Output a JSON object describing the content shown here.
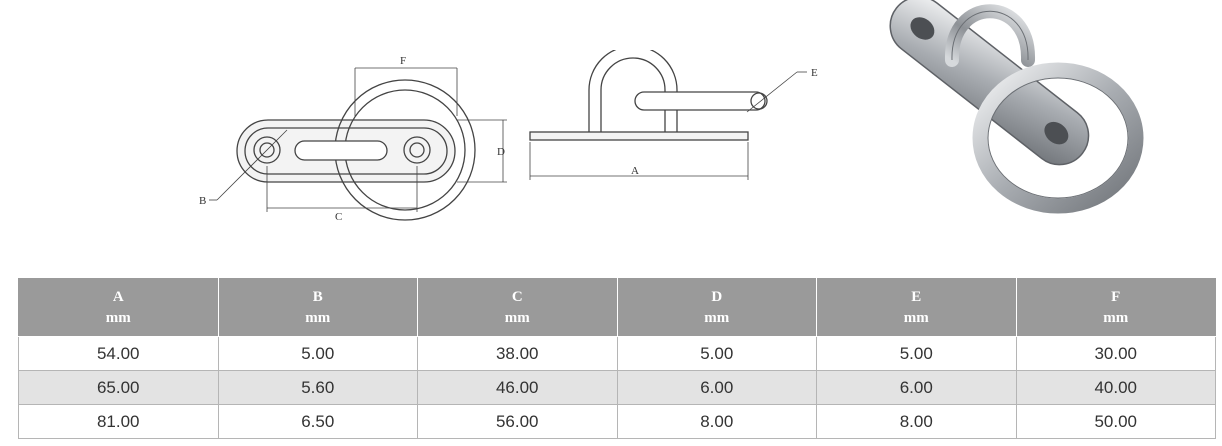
{
  "drawing_labels": {
    "a": "A",
    "b": "B",
    "c": "C",
    "d": "D",
    "e": "E",
    "f": "F"
  },
  "table": {
    "headers": [
      {
        "letter": "A",
        "unit": "mm"
      },
      {
        "letter": "B",
        "unit": "mm"
      },
      {
        "letter": "C",
        "unit": "mm"
      },
      {
        "letter": "D",
        "unit": "mm"
      },
      {
        "letter": "E",
        "unit": "mm"
      },
      {
        "letter": "F",
        "unit": "mm"
      }
    ],
    "rows": [
      [
        "54.00",
        "5.00",
        "38.00",
        "5.00",
        "5.00",
        "30.00"
      ],
      [
        "65.00",
        "5.60",
        "46.00",
        "6.00",
        "6.00",
        "40.00"
      ],
      [
        "81.00",
        "6.50",
        "56.00",
        "8.00",
        "8.00",
        "50.00"
      ]
    ]
  },
  "colors": {
    "header_bg": "#9a9a9a",
    "shaded_row": "#e3e3e3",
    "metal": "#b8bcc0"
  }
}
